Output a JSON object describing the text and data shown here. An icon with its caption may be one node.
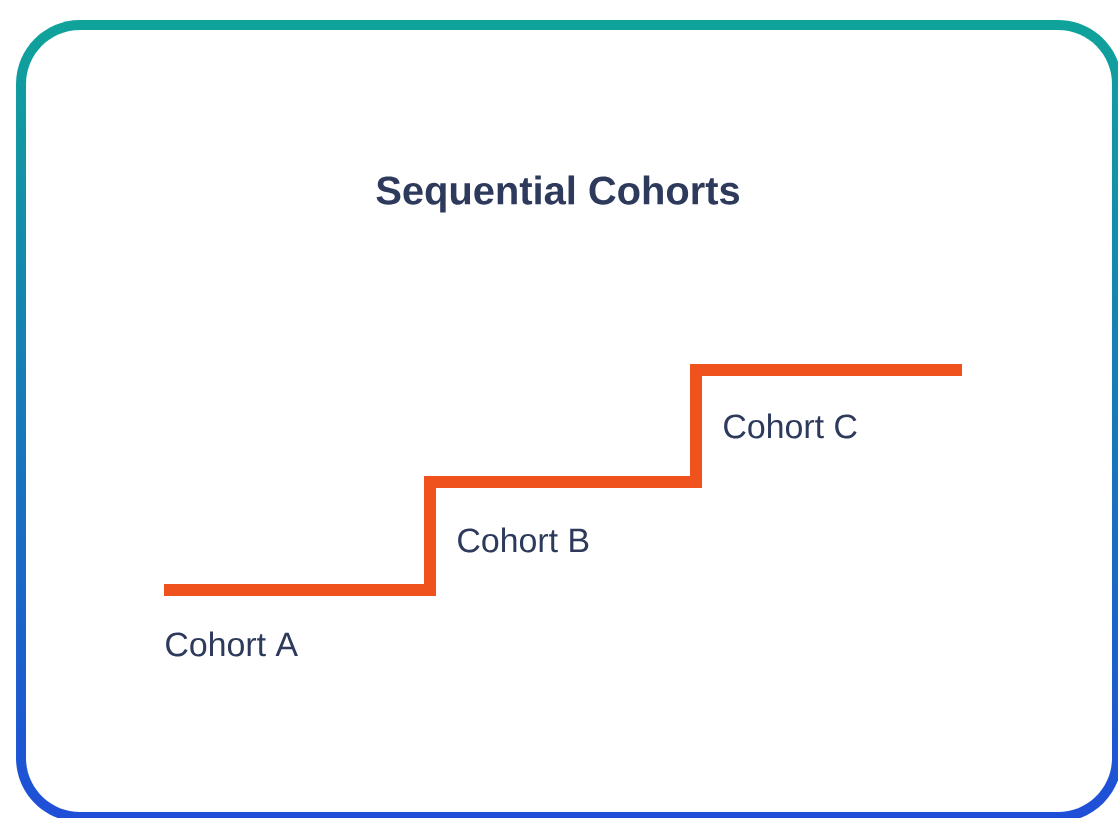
{
  "diagram": {
    "title": "Sequential Cohorts",
    "labels": [
      "Cohort A",
      "Cohort B",
      "Cohort C"
    ]
  }
}
